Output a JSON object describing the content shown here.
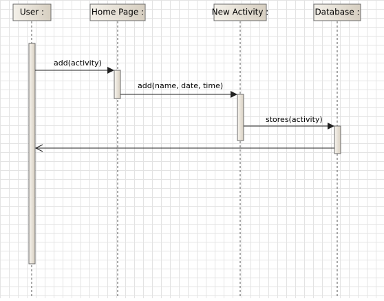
{
  "diagram": {
    "lifelines": [
      {
        "id": "user",
        "label": "User :"
      },
      {
        "id": "home",
        "label": "Home Page :"
      },
      {
        "id": "activity",
        "label": "New Activity :"
      },
      {
        "id": "database",
        "label": "Database :"
      }
    ],
    "messages": [
      {
        "from": "user",
        "to": "home",
        "label": "add(activity)",
        "kind": "call"
      },
      {
        "from": "home",
        "to": "activity",
        "label": "add(name, date, time)",
        "kind": "call"
      },
      {
        "from": "activity",
        "to": "database",
        "label": "stores(activity)",
        "kind": "call"
      },
      {
        "from": "database",
        "to": "user",
        "label": "",
        "kind": "return"
      }
    ]
  }
}
